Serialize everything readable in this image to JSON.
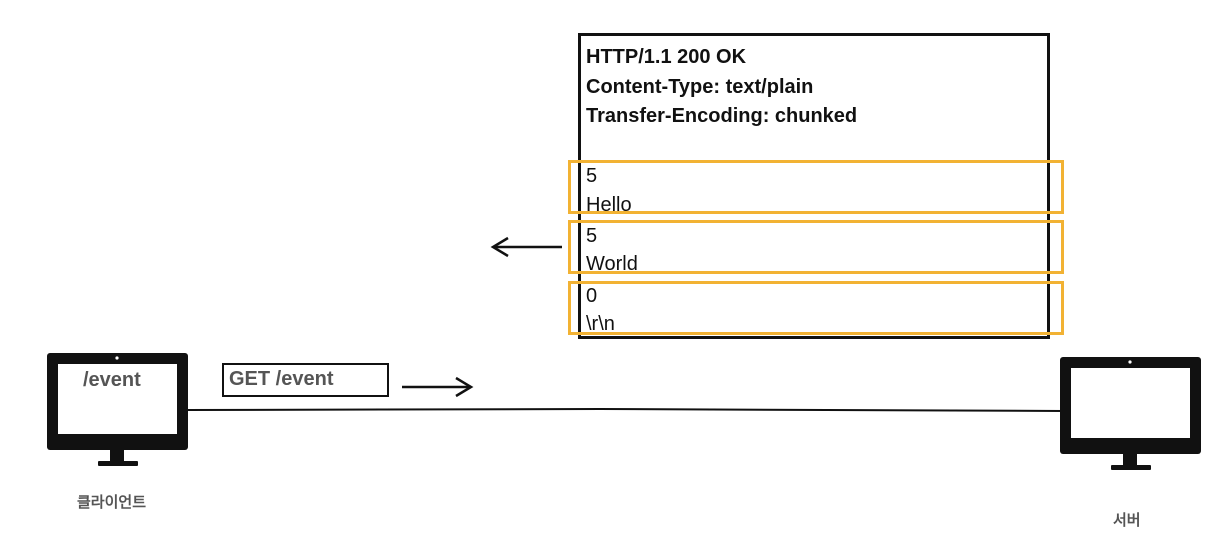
{
  "response": {
    "status_line": "HTTP/1.1 200 OK",
    "content_type": "Content-Type: text/plain",
    "transfer_encoding": "Transfer-Encoding: chunked",
    "chunks": [
      {
        "size": "5",
        "data": "Hello"
      },
      {
        "size": "5",
        "data": "World"
      },
      {
        "size": "0",
        "data": "\\r\\n"
      }
    ]
  },
  "request": {
    "label": "GET /event"
  },
  "client": {
    "screen_text": "/event",
    "caption": "클라이언트"
  },
  "server": {
    "caption": "서버"
  },
  "colors": {
    "chunk_border": "#f2b233",
    "stroke": "#111111",
    "label_gray": "#555555"
  }
}
